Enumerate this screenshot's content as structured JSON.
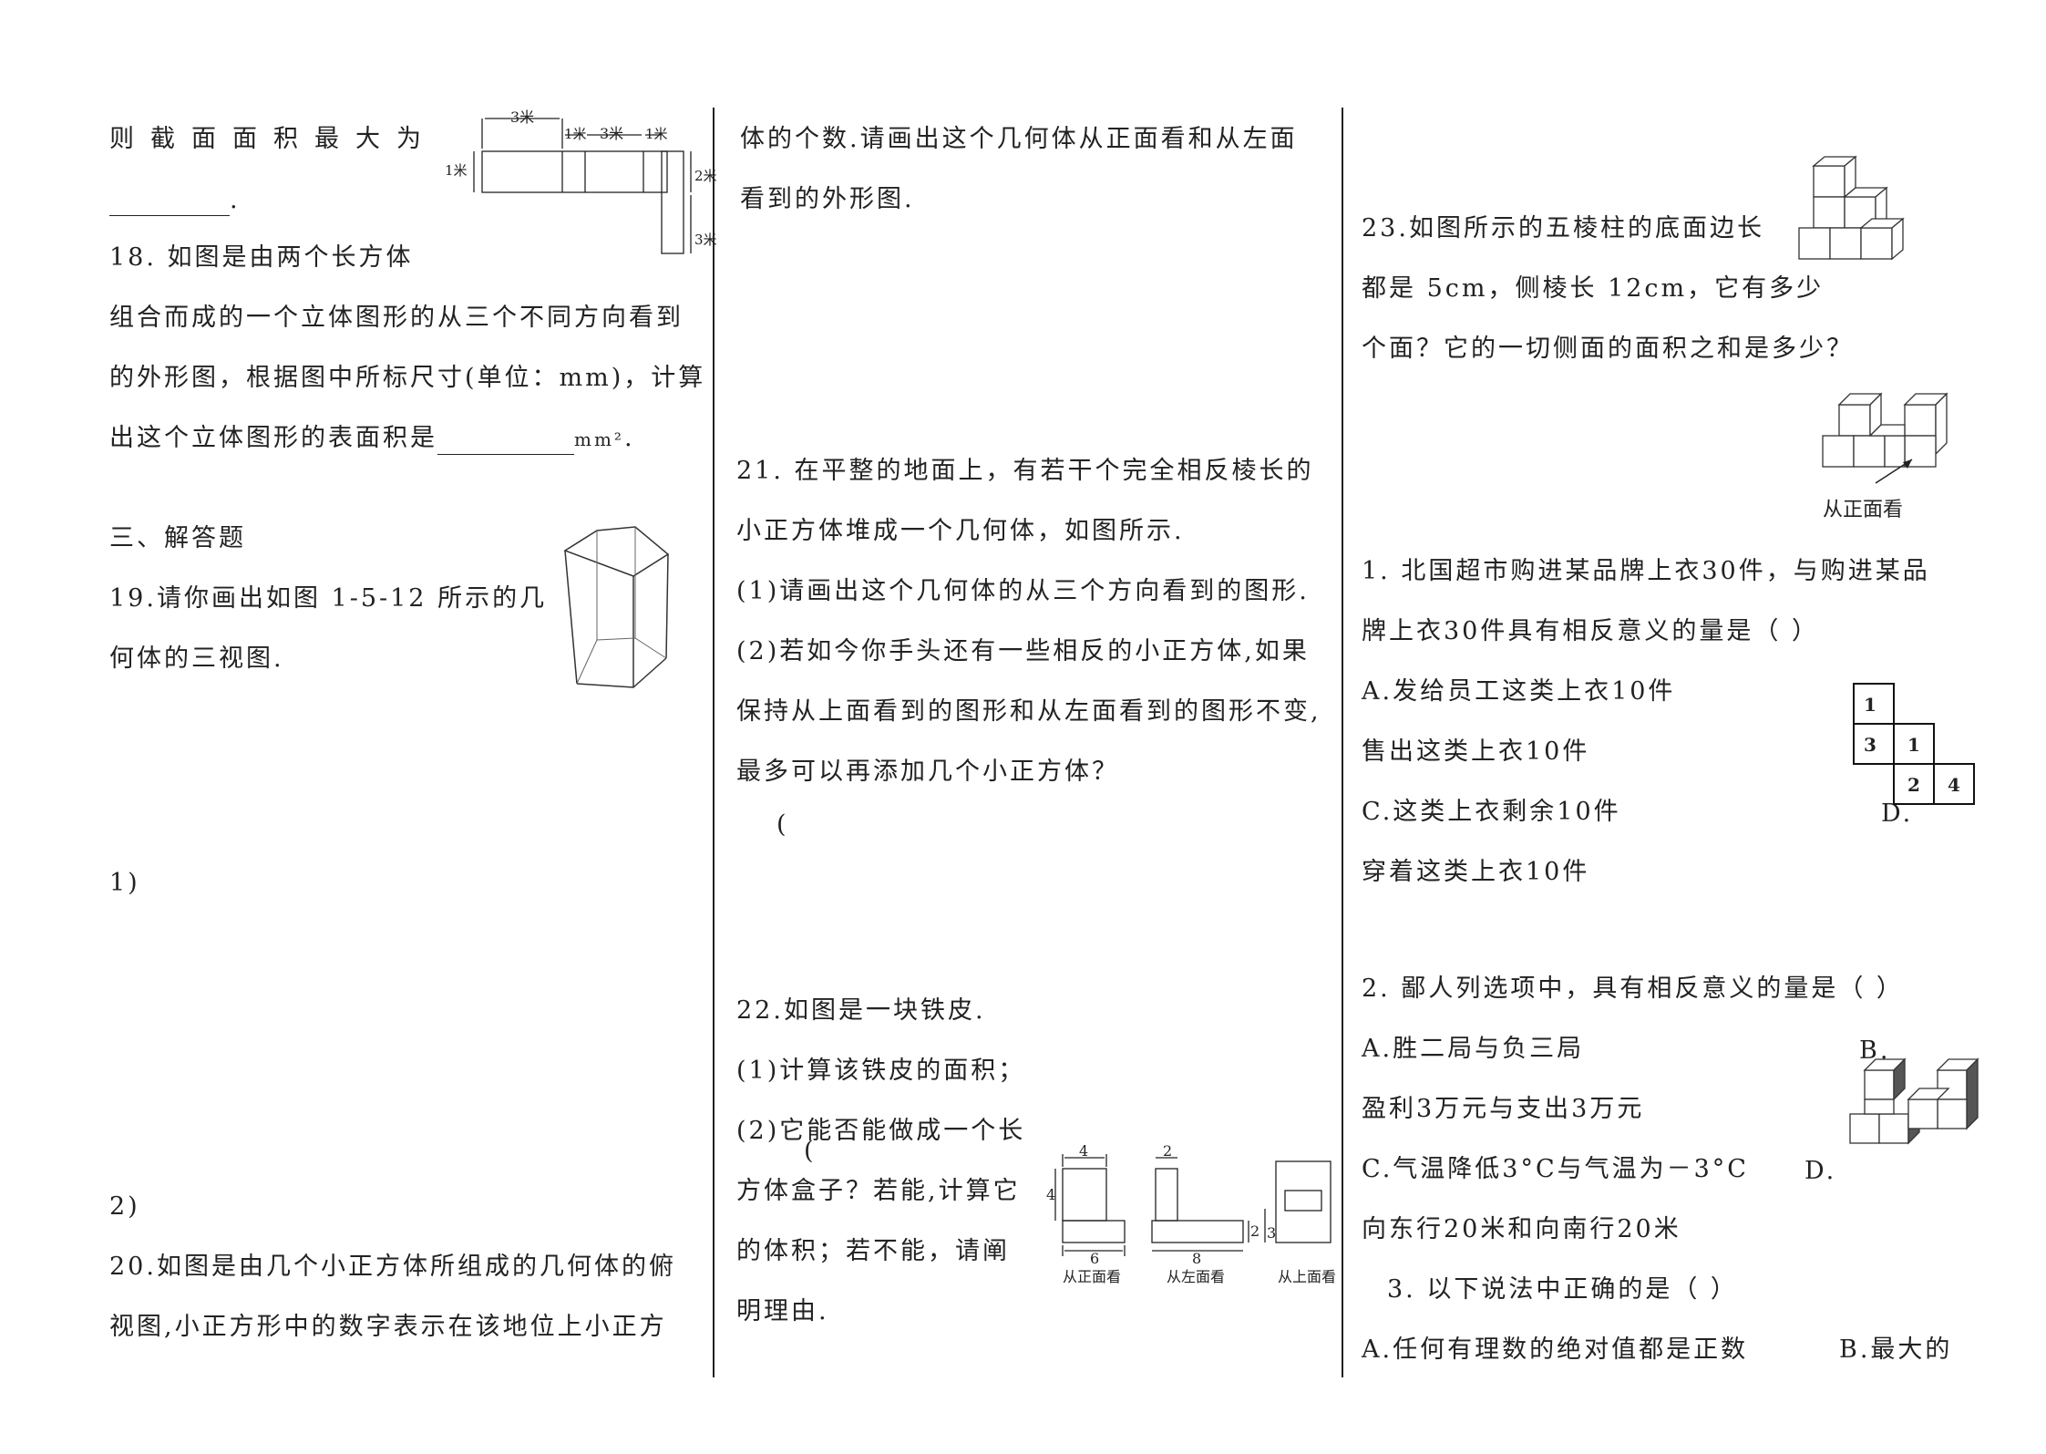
{
  "col1": {
    "q17_tail": "则截面面积最大为",
    "q17_blank_end": ".",
    "q18_line1": "18. 如图是由两个长方体",
    "q18_line2": "组合而成的一个立体图形的从三个不同方向看到",
    "q18_line3": "的外形图，根据图中所标尺寸(单位：mm)，计算",
    "q18_line4": "出这个立体图形的表面积是",
    "q18_unit": "mm²",
    "q18_end": ".",
    "section3": "三、解答题",
    "q19_line1": "19.请你画出如图 1-5-12 所示的几",
    "q19_line2": "何体的三视图.",
    "mark1": "1)",
    "mark2": "2)",
    "q20_line1": "20.如图是由几个小正方体所组成的几何体的俯",
    "q20_line2": "视图,小正方形中的数字表示在该地位上小正方"
  },
  "fig17": {
    "top_3": "3米",
    "top_1a": "1米",
    "top_3b": "3米",
    "top_1b": "1米",
    "left_1": "1米",
    "right_2": "2米",
    "right_3": "3米"
  },
  "col2": {
    "q20_line3": "体的个数.请画出这个几何体从正面看和从左面",
    "q20_line4": "看到的外形图.",
    "q21_line1": "21.  在平整的地面上，有若干个完全相反棱长的",
    "q21_line2": "小正方体堆成一个几何体，如图所示.",
    "q21_line3": "(1)请画出这个几何体的从三个方向看到的图形.",
    "q21_line4": "(2)若如今你手头还有一些相反的小正方体,如果",
    "q21_line5": "保持从上面看到的图形和从左面看到的图形不变,",
    "q21_line6": "最多可以再添加几个小正方体？",
    "stray_paren1": "(",
    "q22_line1": "22.如图是一块铁皮.",
    "q22_line2": "(1)计算该铁皮的面积；",
    "q22_line3": "(2)它能否能做成一个长",
    "stray_paren2": "(",
    "q22_line4": "方体盒子？若能,计算它",
    "q22_line5": "的体积；若不能，请阐",
    "q22_line6": "明理由."
  },
  "fig22": {
    "front_top": "4",
    "front_side": "4",
    "front_bottom": "6",
    "front_caption": "从正面看",
    "left_top": "2",
    "left_side1": "2",
    "left_bottom": "8",
    "left_caption": "从左面看",
    "top_side": "3",
    "top_caption": "从上面看"
  },
  "col3": {
    "q23_line1": "23.如图所示的五棱柱的底面边长",
    "q23_line2": "都是 5cm，侧棱长 12cm，它有多少",
    "q23_line3": "个面？它的一切侧面的面积之和是多少？",
    "front_view_caption": "从正面看",
    "m1_line1": "1.   北国超市购进某品牌上衣30件，与购进某品",
    "m1_line2": "牌上衣30件具有相反意义的量是（ ）",
    "m1_a": "A.发给员工这类上衣10件",
    "m1_b": "售出这类上衣10件",
    "m1_c": "C.这类上衣剩余10件",
    "m1_d_label": "D.",
    "m1_d": "穿着这类上衣10件",
    "grid_nums": [
      "1",
      "3",
      "1",
      "2",
      "4"
    ],
    "m2_line1": "2.   鄙人列选项中，具有相反意义的量是（ ）",
    "m2_a": "A.胜二局与负三局",
    "m2_b_label": "B.",
    "m2_b": "盈利3万元与支出3万元",
    "m2_c": "C.气温降低3°C与气温为－3°C",
    "m2_d_label": "D.",
    "m2_d": "向东行20米和向南行20米",
    "m3_line1": "3.   以下说法中正确的是（ ）",
    "m3_a": "A.任何有理数的绝对值都是正数",
    "m3_b": "B.最大的"
  }
}
